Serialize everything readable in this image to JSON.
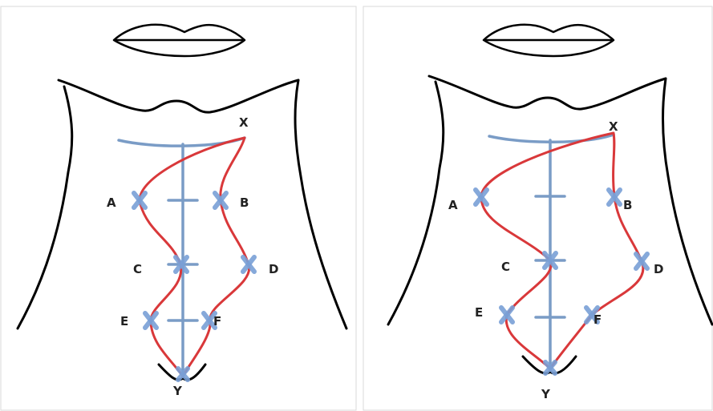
{
  "colors": {
    "outline": "#000000",
    "axis": "#7a9cc6",
    "path": "#d9383a",
    "marker": "#7aa0d6"
  },
  "panels": [
    {
      "labels": {
        "X": "X",
        "A": "A",
        "B": "B",
        "C": "C",
        "D": "D",
        "E": "E",
        "F": "F",
        "Y": "Y"
      }
    },
    {
      "labels": {
        "X": "X",
        "A": "A",
        "B": "B",
        "C": "C",
        "D": "D",
        "E": "E",
        "F": "F",
        "Y": "Y"
      }
    }
  ]
}
